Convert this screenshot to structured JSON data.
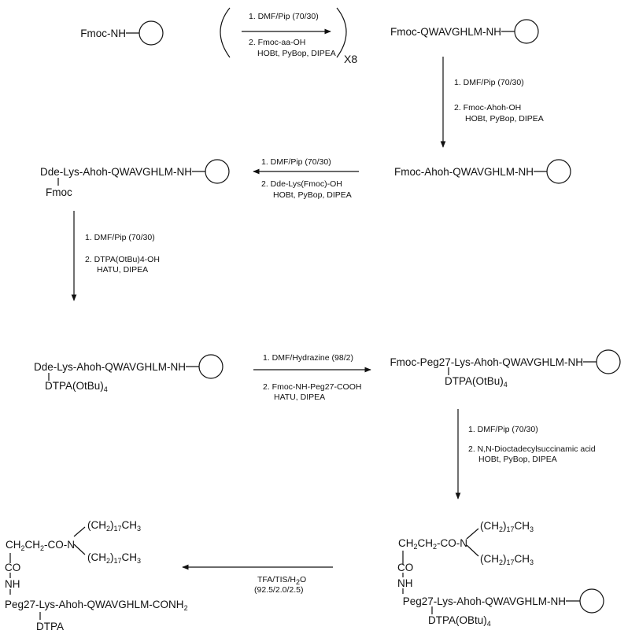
{
  "molecules": {
    "start": "Fmoc-NH",
    "m1": "Fmoc-QWAVGHLM-NH",
    "m2": "Fmoc-Ahoh-QWAVGHLM-NH",
    "m3": "Dde-Lys-Ahoh-QWAVGHLM-NH",
    "m3_sub": "Fmoc",
    "m4": "Dde-Lys-Ahoh-QWAVGHLM-NH",
    "m4_sub": "DTPA(OtBu)",
    "m4_sub_n": "4",
    "m5": "Fmoc-Peg27-Lys-Ahoh-QWAVGHLM-NH",
    "m5_sub": "DTPA(OtBu)",
    "m5_sub_n": "4",
    "m6_chain": "CH",
    "m6_chain2": "CH",
    "m6_co": "-CO-N",
    "m6_alkyl": "(CH",
    "m6_alkyl_n": "17",
    "m6_alkyl_end": "CH",
    "sub2": "2",
    "sub3": "3",
    "m6_co_vert": "CO",
    "m6_nh_vert": "NH",
    "m6_main": "Peg27-Lys-Ahoh-QWAVGHLM-NH",
    "m6_sub": "DTPA(OBtu)",
    "m6_sub_n": "4",
    "m7_main": "Peg27-Lys-Ahoh-QWAVGHLM-CONH",
    "m7_main_n": "2",
    "m7_sub": "DTPA"
  },
  "conditions": {
    "step1_a": "1. DMF/Pip (70/30)",
    "step1_b": "2. Fmoc-aa-OH",
    "step1_c": "HOBt, PyBop, DIPEA",
    "step1_repeat": "X8",
    "step2_a": "1. DMF/Pip (70/30)",
    "step2_b": "2. Fmoc-Ahoh-OH",
    "step2_c": "HOBt, PyBop, DIPEA",
    "step3_a": "1. DMF/Pip (70/30)",
    "step3_b": "2. Dde-Lys(Fmoc)-OH",
    "step3_c": "HOBt, PyBop, DIPEA",
    "step4_a": "1. DMF/Pip (70/30)",
    "step4_b": "2. DTPA(OtBu)4-OH",
    "step4_c": "HATU, DIPEA",
    "step5_a": "1. DMF/Hydrazine (98/2)",
    "step5_b": "2. Fmoc-NH-Peg27-COOH",
    "step5_c": "HATU, DIPEA",
    "step6_a": "1. DMF/Pip (70/30)",
    "step6_b": "2. N,N-Dioctadecylsuccinamic acid",
    "step6_c": "HOBt, PyBop, DIPEA",
    "step7_a": "TFA/TIS/H",
    "step7_a_n": "2",
    "step7_a_end": "O",
    "step7_b": "(92.5/2.0/2.5)"
  }
}
